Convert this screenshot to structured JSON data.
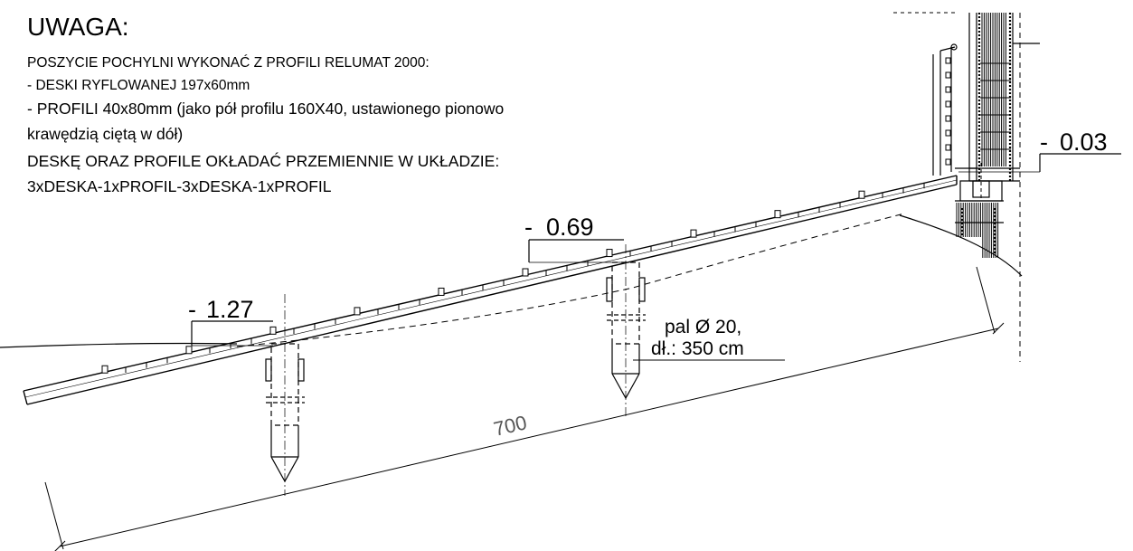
{
  "note": {
    "title": "UWAGA:",
    "lines": [
      "POSZYCIE POCHYLNI WYKONAĆ Z PROFILI RELUMAT 2000:",
      " - DESKI RYFLOWANEJ 197x60mm",
      " - PROFILI 40x80mm (jako pół profilu 160X40, ustawionego pionowo",
      "krawędzią ciętą w dół)",
      "DESKĘ ORAZ PROFILE OKŁADAĆ PRZEMIENNIE W UKŁADZIE:",
      " 3xDESKA-1xPROFIL-3xDESKA-1xPROFIL"
    ]
  },
  "levels": {
    "left": "1.27",
    "middle": "0.69",
    "right": "0.03"
  },
  "pile": {
    "line1": "pal Ø 20,",
    "line2": "dł.: 350 cm"
  },
  "dimension": {
    "length": "700"
  }
}
